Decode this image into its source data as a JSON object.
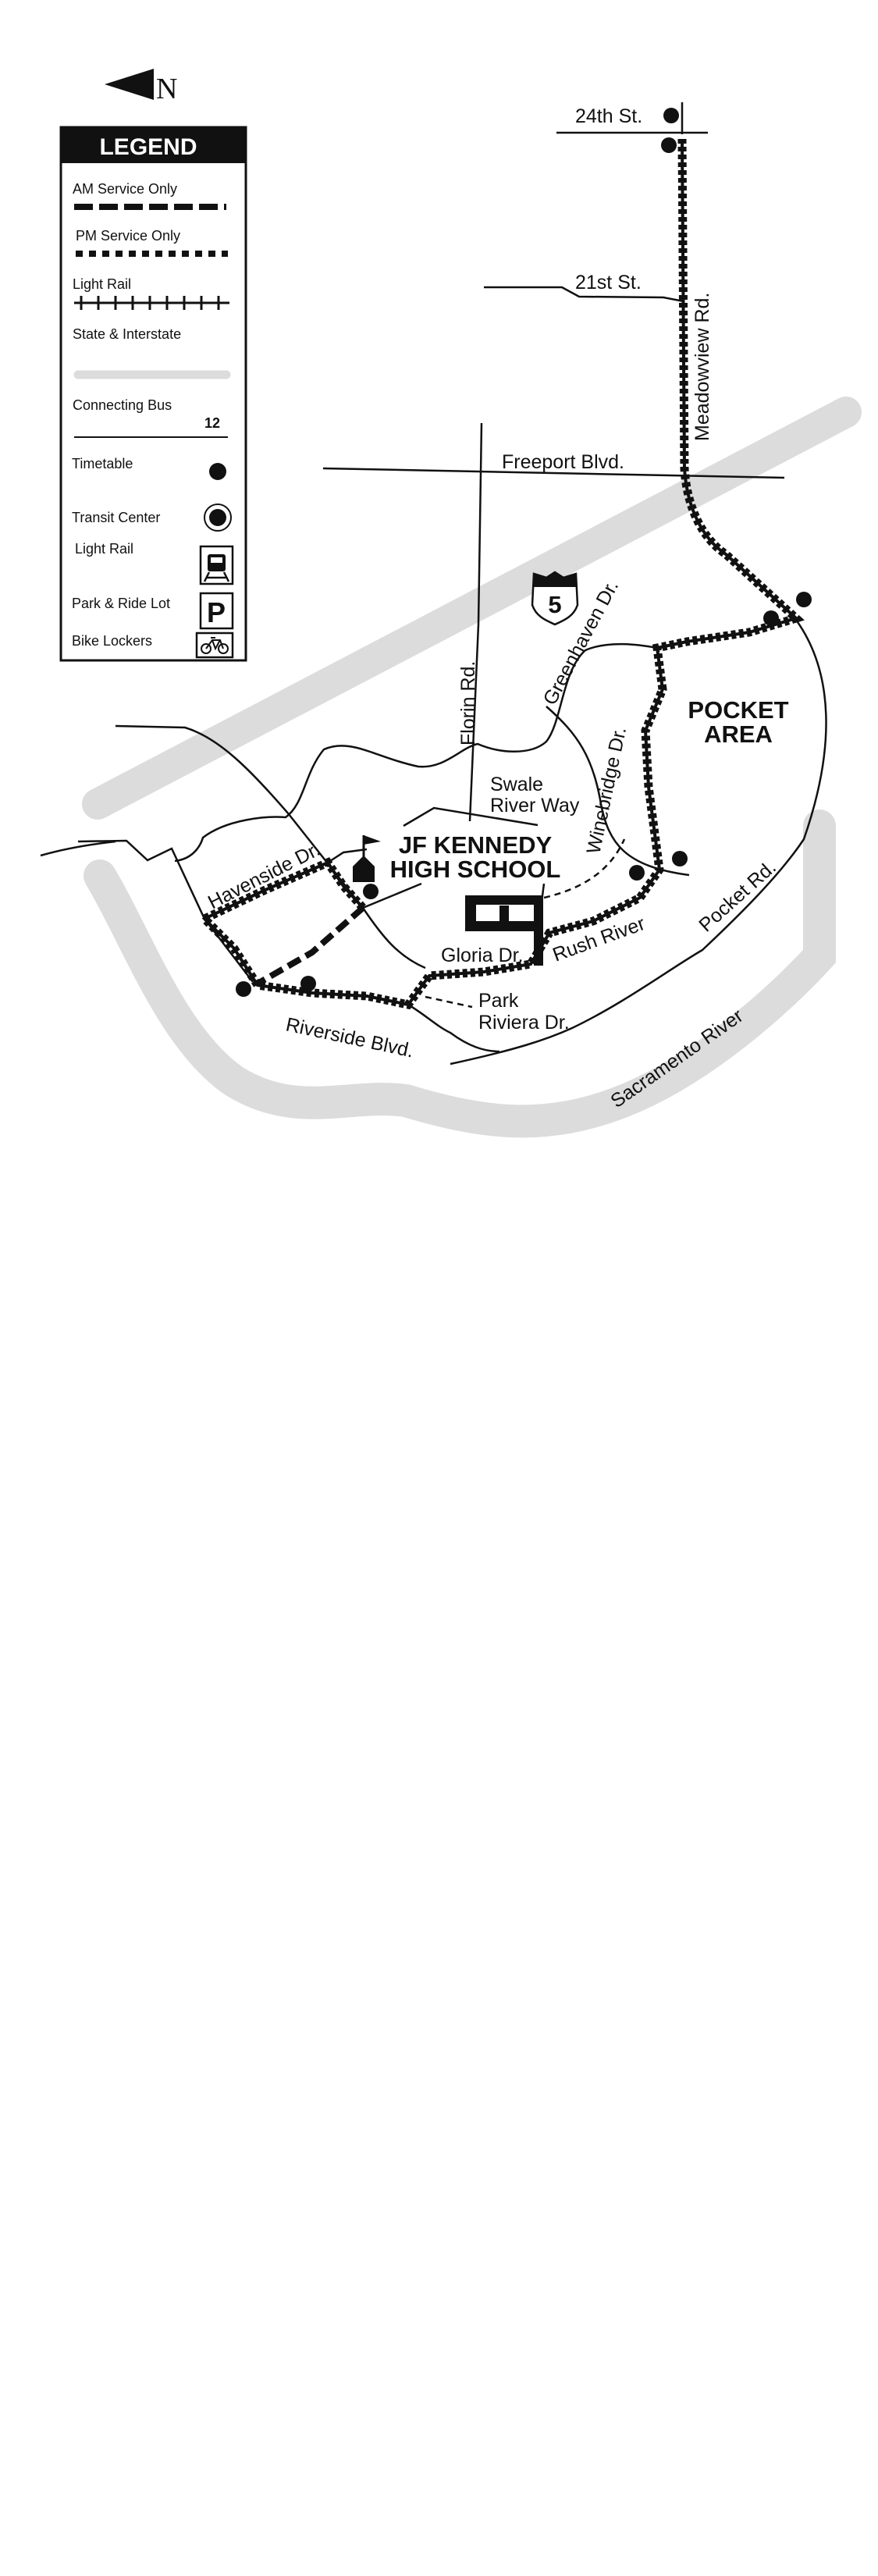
{
  "north_arrow": {
    "label": "N"
  },
  "legend": {
    "title": "LEGEND",
    "am_service": "AM Service Only",
    "pm_service": "PM Service Only",
    "light_rail_line": "Light Rail",
    "state_interstate": "State & Interstate",
    "connecting_bus": "Connecting Bus",
    "connecting_bus_number": "12",
    "timetable": "Timetable",
    "transit_center": "Transit Center",
    "light_rail_station": "Light Rail",
    "park_ride": "Park & Ride Lot",
    "park_ride_symbol": "P",
    "bike_lockers": "Bike Lockers"
  },
  "map": {
    "streets": {
      "st24": "24th St.",
      "st21": "21st St.",
      "meadowview": "Meadowview Rd.",
      "freeport": "Freeport Blvd.",
      "florin": "Florin Rd.",
      "interstate": "5",
      "greenhaven": "Greenhaven Dr.",
      "winebridge": "Winebridge Dr.",
      "swale1": "Swale",
      "swale2": "River Way",
      "havenside": "Havenside Dr.",
      "gloria": "Gloria Dr.",
      "rush_river": "Rush River",
      "park1": "Park",
      "park2": "Riviera Dr.",
      "riverside": "Riverside Blvd.",
      "pocket_rd": "Pocket Rd.",
      "river": "Sacramento River"
    },
    "places": {
      "school1": "JF KENNEDY",
      "school2": "HIGH SCHOOL",
      "area1": "POCKET",
      "area2": "AREA"
    }
  }
}
